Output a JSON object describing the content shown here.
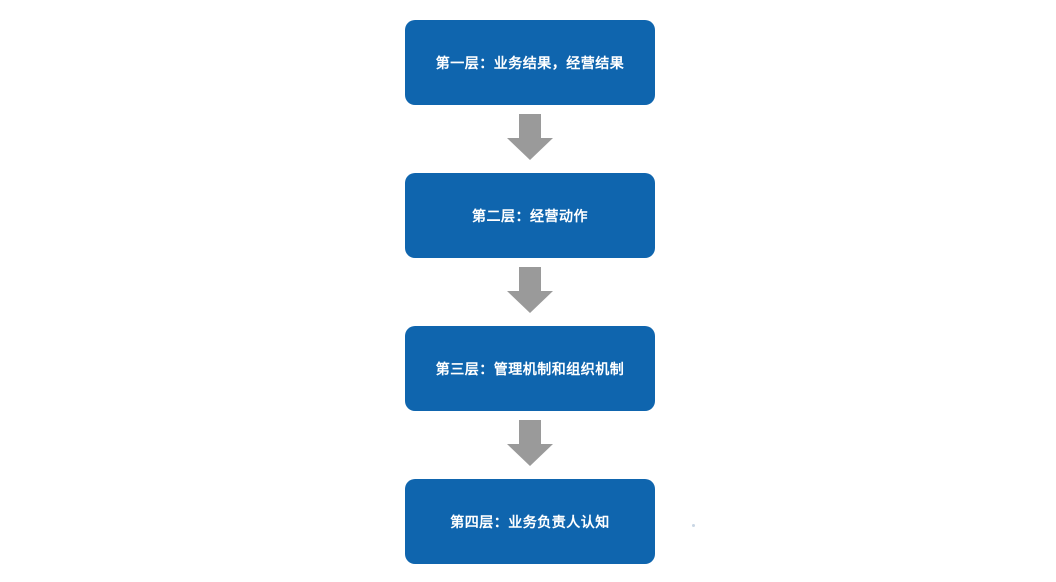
{
  "diagram": {
    "type": "vertical-flow",
    "colors": {
      "box_fill": "#0f65ae",
      "box_text": "#ffffff",
      "arrow_fill": "#9a9a9a",
      "background": "#ffffff"
    },
    "layers": [
      {
        "label": "第一层：业务结果，经营结果"
      },
      {
        "label": "第二层：经营动作"
      },
      {
        "label": "第三层：管理机制和组织机制"
      },
      {
        "label": "第四层：业务负责人认知"
      }
    ],
    "connectors": [
      {
        "from": 1,
        "to": 2,
        "icon": "down-arrow-icon"
      },
      {
        "from": 2,
        "to": 3,
        "icon": "down-arrow-icon"
      },
      {
        "from": 3,
        "to": 4,
        "icon": "down-arrow-icon"
      }
    ]
  }
}
